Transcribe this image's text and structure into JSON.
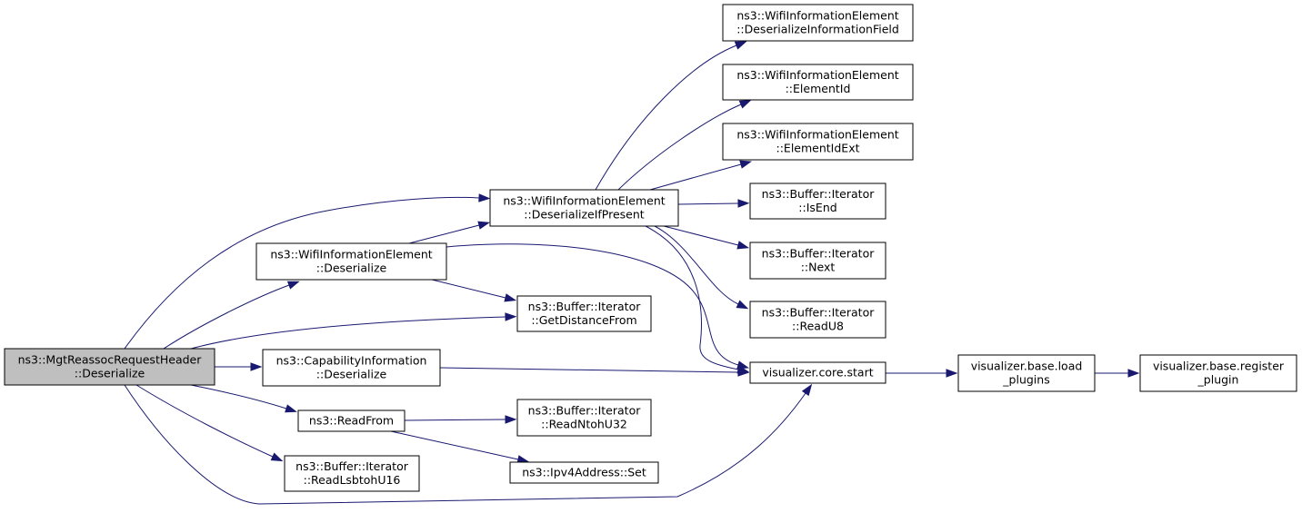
{
  "diagram": {
    "nodes": [
      {
        "id": "root",
        "lines": [
          "ns3::MgtReassocRequestHeader",
          "::Deserialize"
        ],
        "root": true
      },
      {
        "id": "dip",
        "lines": [
          "ns3::WifiInformationElement",
          "::DeserializeIfPresent"
        ]
      },
      {
        "id": "wdes",
        "lines": [
          "ns3::WifiInformationElement",
          "::Deserialize"
        ]
      },
      {
        "id": "gdf",
        "lines": [
          "ns3::Buffer::Iterator",
          "::GetDistanceFrom"
        ]
      },
      {
        "id": "cap",
        "lines": [
          "ns3::CapabilityInformation",
          "::Deserialize"
        ]
      },
      {
        "id": "rf",
        "lines": [
          "ns3::ReadFrom"
        ]
      },
      {
        "id": "rls",
        "lines": [
          "ns3::Buffer::Iterator",
          "::ReadLsbtohU16"
        ]
      },
      {
        "id": "rnt",
        "lines": [
          "ns3::Buffer::Iterator",
          "::ReadNtohU32"
        ]
      },
      {
        "id": "ipv4",
        "lines": [
          "ns3::Ipv4Address::Set"
        ]
      },
      {
        "id": "dif",
        "lines": [
          "ns3::WifiInformationElement",
          "::DeserializeInformationField"
        ]
      },
      {
        "id": "eid",
        "lines": [
          "ns3::WifiInformationElement",
          "::ElementId"
        ]
      },
      {
        "id": "eidx",
        "lines": [
          "ns3::WifiInformationElement",
          "::ElementIdExt"
        ]
      },
      {
        "id": "isend",
        "lines": [
          "ns3::Buffer::Iterator",
          "::IsEnd"
        ]
      },
      {
        "id": "next",
        "lines": [
          "ns3::Buffer::Iterator",
          "::Next"
        ]
      },
      {
        "id": "ru8",
        "lines": [
          "ns3::Buffer::Iterator",
          "::ReadU8"
        ]
      },
      {
        "id": "vcs",
        "lines": [
          "visualizer.core.start"
        ]
      },
      {
        "id": "vbl",
        "lines": [
          "visualizer.base.load",
          "_plugins"
        ]
      },
      {
        "id": "vbr",
        "lines": [
          "visualizer.base.register",
          "_plugin"
        ]
      }
    ],
    "edges": [
      {
        "from": "root",
        "to": "dip"
      },
      {
        "from": "root",
        "to": "wdes"
      },
      {
        "from": "root",
        "to": "gdf"
      },
      {
        "from": "root",
        "to": "cap"
      },
      {
        "from": "root",
        "to": "rf"
      },
      {
        "from": "root",
        "to": "rls"
      },
      {
        "from": "root",
        "to": "vcs"
      },
      {
        "from": "wdes",
        "to": "dip"
      },
      {
        "from": "wdes",
        "to": "gdf"
      },
      {
        "from": "wdes",
        "to": "vcs"
      },
      {
        "from": "dip",
        "to": "dif"
      },
      {
        "from": "dip",
        "to": "eid"
      },
      {
        "from": "dip",
        "to": "eidx"
      },
      {
        "from": "dip",
        "to": "isend"
      },
      {
        "from": "dip",
        "to": "next"
      },
      {
        "from": "dip",
        "to": "ru8"
      },
      {
        "from": "dip",
        "to": "vcs"
      },
      {
        "from": "cap",
        "to": "vcs"
      },
      {
        "from": "rf",
        "to": "rnt"
      },
      {
        "from": "rf",
        "to": "ipv4"
      },
      {
        "from": "vcs",
        "to": "vbl"
      },
      {
        "from": "vbl",
        "to": "vbr"
      }
    ]
  }
}
